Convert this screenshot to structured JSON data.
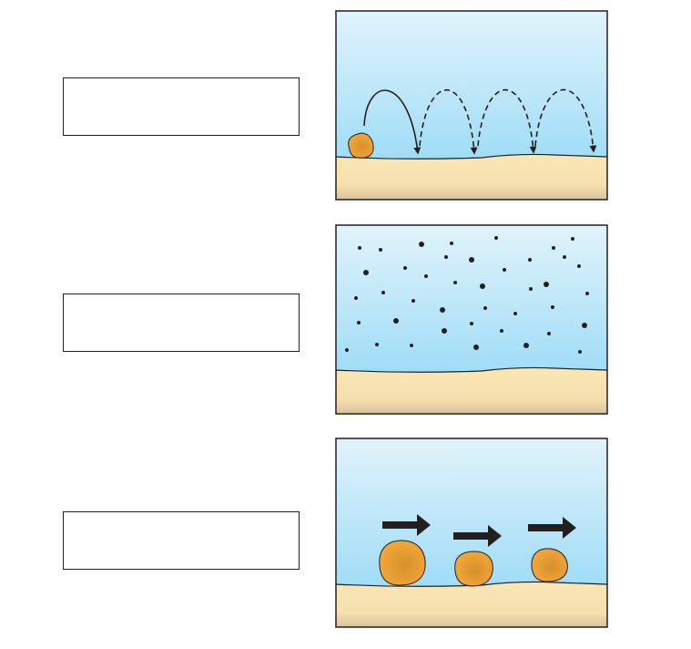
{
  "label_boxes": [
    {
      "text": ""
    },
    {
      "text": ""
    },
    {
      "text": ""
    }
  ],
  "panels": [
    {
      "icon": "saltation-bouncing-grain"
    },
    {
      "icon": "suspension-fine-particles"
    },
    {
      "icon": "traction-rolling-boulders"
    }
  ],
  "colors": {
    "water_top": "#e0f3fb",
    "water_bottom": "#8fd6f5",
    "sand_top": "#fae6b4",
    "sand_bottom": "#dcc6a0",
    "grain": "#f2a535",
    "outline": "#231f20"
  }
}
